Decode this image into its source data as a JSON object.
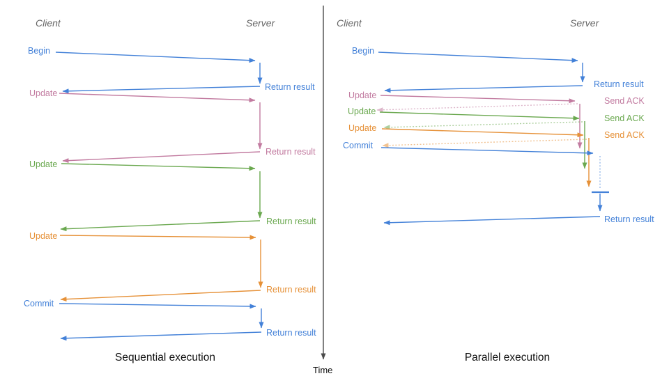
{
  "colors": {
    "blue": "#4381d8",
    "pink": "#c27ba0",
    "green": "#6aa84f",
    "orange": "#e69138",
    "axis": "#4a4a4a",
    "header_text": "#666666",
    "caption_text": "#111111"
  },
  "left_panel": {
    "client_header": "Client",
    "server_header": "Server",
    "caption": "Sequential execution",
    "messages": [
      {
        "label": "Begin",
        "color": "blue",
        "response": "Return result"
      },
      {
        "label": "Update",
        "color": "pink",
        "response": "Return result"
      },
      {
        "label": "Update",
        "color": "green",
        "response": "Return result"
      },
      {
        "label": "Update",
        "color": "orange",
        "response": "Return result"
      },
      {
        "label": "Commit",
        "color": "blue",
        "response": "Return result"
      }
    ]
  },
  "right_panel": {
    "client_header": "Client",
    "server_header": "Server",
    "caption": "Parallel execution",
    "messages": [
      {
        "label": "Begin",
        "color": "blue",
        "response": "Return result"
      },
      {
        "label": "Update",
        "color": "pink",
        "response": "Send ACK"
      },
      {
        "label": "Update",
        "color": "green",
        "response": "Send ACK"
      },
      {
        "label": "Update",
        "color": "orange",
        "response": "Send ACK"
      },
      {
        "label": "Commit",
        "color": "blue",
        "response": ""
      }
    ],
    "final_response": "Return result"
  },
  "time_axis": {
    "label": "Time"
  }
}
